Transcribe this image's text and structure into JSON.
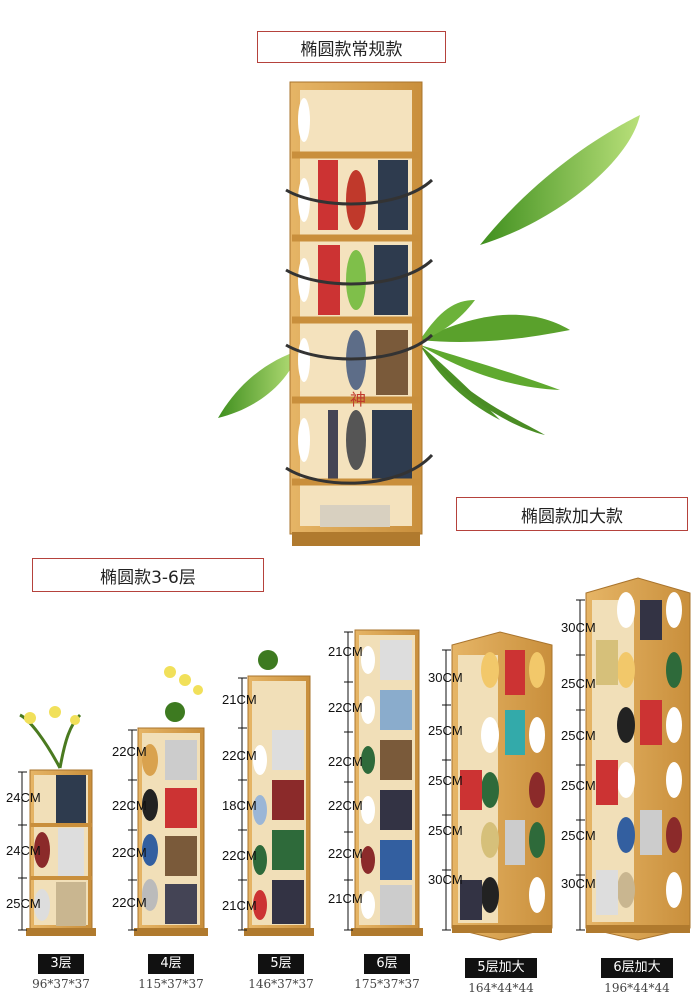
{
  "labels": {
    "top": "椭圆款常规款",
    "right": "椭圆款加大款",
    "left": "椭圆款3-6层"
  },
  "watermark": "神",
  "colors": {
    "wood": "#d9a24e",
    "wood_dark": "#b07a2e",
    "frame_red": "#b5423c",
    "leaf": "#6cb23a"
  },
  "models": [
    {
      "name": "3层",
      "size": "96*37*37",
      "heights": [
        "24CM",
        "24CM",
        "25CM"
      ]
    },
    {
      "name": "4层",
      "size": "115*37*37",
      "heights": [
        "22CM",
        "22CM",
        "22CM",
        "22CM"
      ]
    },
    {
      "name": "5层",
      "size": "146*37*37",
      "heights": [
        "21CM",
        "22CM",
        "18CM",
        "22CM",
        "21CM"
      ]
    },
    {
      "name": "6层",
      "size": "175*37*37",
      "heights": [
        "21CM",
        "22CM",
        "22CM",
        "22CM",
        "22CM",
        "21CM"
      ]
    },
    {
      "name": "5层加大",
      "size": "164*44*44",
      "heights": [
        "30CM",
        "25CM",
        "25CM",
        "25CM",
        "30CM"
      ]
    },
    {
      "name": "6层加大",
      "size": "196*44*44",
      "heights": [
        "30CM",
        "25CM",
        "25CM",
        "25CM",
        "25CM",
        "30CM"
      ]
    }
  ]
}
